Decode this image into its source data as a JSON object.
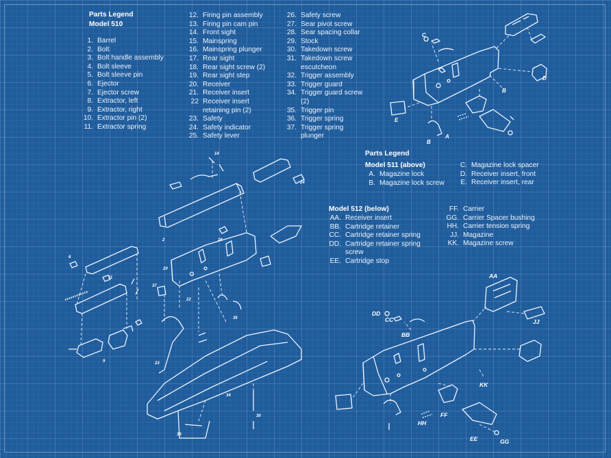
{
  "legend_510": {
    "title_1": "Parts Legend",
    "title_2": "Model 510",
    "col1": [
      {
        "n": "1.",
        "t": "Barrel"
      },
      {
        "n": "2.",
        "t": "Bolt"
      },
      {
        "n": "3.",
        "t": "Bolt handle assembly"
      },
      {
        "n": "4.",
        "t": "Bolt sleeve"
      },
      {
        "n": "5.",
        "t": "Bolt sleeve pin"
      },
      {
        "n": "6.",
        "t": "Ejector"
      },
      {
        "n": "7.",
        "t": "Ejector screw"
      },
      {
        "n": "8.",
        "t": "Extractor, left"
      },
      {
        "n": "9.",
        "t": "Extractor, right"
      },
      {
        "n": "10.",
        "t": "Extractor pin (2)"
      },
      {
        "n": "11.",
        "t": "Extractor spring"
      }
    ],
    "col2": [
      {
        "n": "12.",
        "t": "Firing pin assembly"
      },
      {
        "n": "13.",
        "t": "Firing pin cam pin"
      },
      {
        "n": "14.",
        "t": "Front sight"
      },
      {
        "n": "15.",
        "t": "Mainspring"
      },
      {
        "n": "16.",
        "t": "Mainspring plunger"
      },
      {
        "n": "17.",
        "t": "Rear sight"
      },
      {
        "n": "18.",
        "t": "Rear sight screw (2)"
      },
      {
        "n": "19.",
        "t": "Rear sight step"
      },
      {
        "n": "20.",
        "t": "Receiver"
      },
      {
        "n": "21.",
        "t": "Receiver insert"
      },
      {
        "n": "22",
        "t": "Receiver insert retaining pin (2)"
      },
      {
        "n": "23.",
        "t": "Safety"
      },
      {
        "n": "24.",
        "t": "Safety indicator"
      },
      {
        "n": "25.",
        "t": "Safety lever"
      }
    ],
    "col3": [
      {
        "n": "26.",
        "t": "Safety screw"
      },
      {
        "n": "27.",
        "t": "Sear pivot screw"
      },
      {
        "n": "28.",
        "t": "Sear spacing collar"
      },
      {
        "n": "29.",
        "t": "Stock"
      },
      {
        "n": "30.",
        "t": "Takedown screw"
      },
      {
        "n": "31.",
        "t": "Takedown screw escutcheon"
      },
      {
        "n": "32.",
        "t": "Trigger assembly"
      },
      {
        "n": "33.",
        "t": "Trigger guard"
      },
      {
        "n": "34.",
        "t": "Trigger guard screw (2)"
      },
      {
        "n": "35.",
        "t": "Trigger pin"
      },
      {
        "n": "36.",
        "t": "Trigger spring"
      },
      {
        "n": "37.",
        "t": "Trigger spring plunger"
      }
    ]
  },
  "legend_511": {
    "title_1": "Parts Legend",
    "title_2": "Model 511 (above)",
    "colA": [
      {
        "n": "A.",
        "t": "Magazine lock"
      },
      {
        "n": "B.",
        "t": "Magazine lock screw"
      }
    ],
    "colB": [
      {
        "n": "C.",
        "t": "Magazine lock spacer"
      },
      {
        "n": "D.",
        "t": "Receiver insert, front"
      },
      {
        "n": "E.",
        "t": "Receiver insert, rear"
      }
    ]
  },
  "legend_512": {
    "title": "Model 512 (below)",
    "colA": [
      {
        "n": "AA.",
        "t": "Receiver insert"
      },
      {
        "n": "BB.",
        "t": "Cartridge retainer"
      },
      {
        "n": "CC.",
        "t": "Cartridge retainer spring"
      },
      {
        "n": "DD.",
        "t": "Cartridge retainer spring screw"
      },
      {
        "n": "EE.",
        "t": "Cartridge stop"
      }
    ],
    "colB": [
      {
        "n": "FF.",
        "t": "Carrier"
      },
      {
        "n": "GG.",
        "t": "Carrier Spacer bushing"
      },
      {
        "n": "HH.",
        "t": "Carrier tension spring"
      },
      {
        "n": "JJ.",
        "t": "Magazine"
      },
      {
        "n": "KK.",
        "t": "Magazine screw"
      }
    ]
  },
  "diagram_labels": {
    "top_right": [
      "C",
      "D",
      "B",
      "E",
      "B",
      "A"
    ],
    "bottom_right": [
      "AA",
      "DD",
      "CC",
      "BB",
      "JJ",
      "KK",
      "HH",
      "FF",
      "EE",
      "GG"
    ],
    "left": [
      "14",
      "24",
      "26",
      "2",
      "6",
      "11",
      "9",
      "20",
      "37",
      "23",
      "22",
      "35",
      "33",
      "34",
      "30"
    ]
  }
}
